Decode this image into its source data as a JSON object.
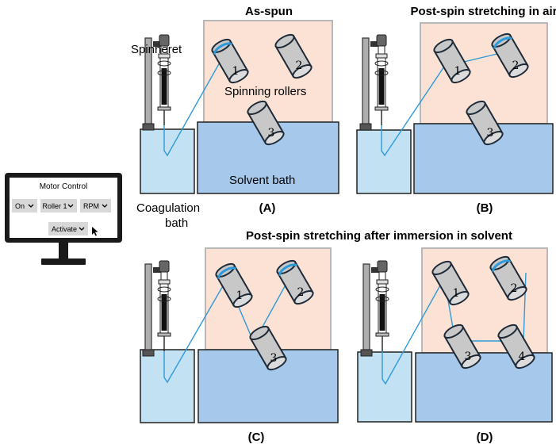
{
  "labels": {
    "title_a": "As-spun",
    "title_b": "Post-spin stretching in air",
    "title_cd": "Post-spin stretching after immersion in solvent",
    "spinneret": "Spinneret",
    "spinning_rollers": "Spinning rollers",
    "solvent_bath": "Solvent bath",
    "coagulation_1": "Coagulation",
    "coagulation_2": "bath",
    "panel_a": "(A)",
    "panel_b": "(B)",
    "panel_c": "(C)",
    "panel_d": "(D)"
  },
  "motor_control": {
    "title": "Motor Control",
    "power_select": "On",
    "roller_select": "Roller 1",
    "unit_select": "RPM",
    "activate_button": "Activate",
    "dropdown_icon": "chevron-down-icon",
    "pointer_icon": "cursor-arrow-icon"
  },
  "roller_numbers": {
    "a": [
      "1",
      "2",
      "3"
    ],
    "b": [
      "1",
      "2",
      "3"
    ],
    "c": [
      "1",
      "2",
      "3"
    ],
    "d": [
      "1",
      "2",
      "3",
      "4"
    ]
  },
  "colors": {
    "chamber": "#fbe2d5",
    "solvent": "#a6c8ea",
    "coagulation": "#c2e1f3",
    "fiber": "#2e9ad9",
    "roller": "#c8c8c8",
    "monitor": "#1a1a1a"
  }
}
